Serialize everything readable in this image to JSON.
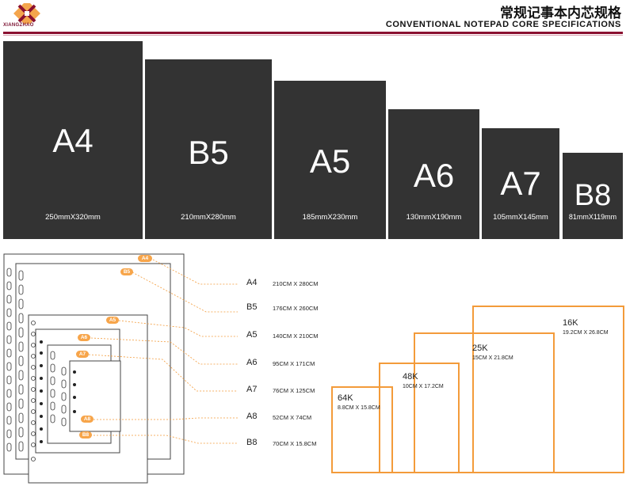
{
  "header": {
    "logo_text": "XIANGZHAO",
    "title_cn": "常规记事本内芯规格",
    "title_en": "CONVENTIONAL NOTEPAD CORE SPECIFICATIONS"
  },
  "colors": {
    "block": "#333333",
    "accent": "#f39b3a",
    "brand": "#8a1030"
  },
  "blocks": [
    {
      "name": "A4",
      "dims": "250mmX320mm"
    },
    {
      "name": "B5",
      "dims": "210mmX280mm"
    },
    {
      "name": "A5",
      "dims": "185mmX230mm"
    },
    {
      "name": "A6",
      "dims": "130mmX190mm"
    },
    {
      "name": "A7",
      "dims": "105mmX145mm"
    },
    {
      "name": "B8",
      "dims": "81mmX119mm"
    }
  ],
  "binder_tags": [
    "A4",
    "B5",
    "A5",
    "A6",
    "A7",
    "A8",
    "B8"
  ],
  "binder_specs": [
    {
      "name": "A4",
      "dims": "210CM X 280CM"
    },
    {
      "name": "B5",
      "dims": "176CM X 260CM"
    },
    {
      "name": "A5",
      "dims": "140CM X 210CM"
    },
    {
      "name": "A6",
      "dims": "95CM X 171CM"
    },
    {
      "name": "A7",
      "dims": "76CM X 125CM"
    },
    {
      "name": "A8",
      "dims": "52CM X 74CM"
    },
    {
      "name": "B8",
      "dims": "70CM X 15.8CM"
    }
  ],
  "k_sizes": [
    {
      "name": "64K",
      "dims": "8.8CM X 15.8CM"
    },
    {
      "name": "48K",
      "dims": "10CM X 17.2CM"
    },
    {
      "name": "25K",
      "dims": "15CM X 21.8CM"
    },
    {
      "name": "16K",
      "dims": "19.2CM X 26.8CM"
    }
  ]
}
